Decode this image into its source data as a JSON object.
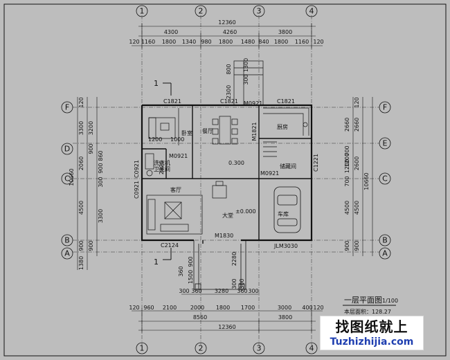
{
  "axis_labels": {
    "col_1": "1",
    "col_2": "2",
    "col_3": "3",
    "col_4": "4",
    "row_A": "A",
    "row_B": "B",
    "row_C": "C",
    "row_D": "D",
    "row_E": "E",
    "row_F": "F"
  },
  "dims_top": {
    "total": "12360",
    "bays": [
      "4300",
      "4260",
      "3800"
    ],
    "details": [
      "120",
      "1160",
      "1800",
      "1340",
      "980",
      "1800",
      "1480",
      "840",
      "1800",
      "1160",
      "120"
    ]
  },
  "dims_bottom": {
    "details": [
      "120",
      "960",
      "2100",
      "2000",
      "1800",
      "1700",
      "3000",
      "400",
      "120"
    ],
    "mid": [
      "8560",
      "3800"
    ],
    "total": "12360"
  },
  "dims_left": {
    "outer": [
      "120",
      "3300",
      "2060",
      "10660",
      "4500",
      "900",
      "1380"
    ],
    "inner": [
      "3200",
      "900",
      "860",
      "900",
      "3300",
      "900"
    ],
    "small": [
      "300"
    ]
  },
  "dims_right": {
    "outer": [
      "120",
      "2660",
      "1200",
      "10660",
      "4500",
      "900"
    ],
    "inner": [
      "2660",
      "700",
      "1200",
      "2600",
      "700",
      "4500",
      "900"
    ]
  },
  "dims_misc": {
    "porch_top": [
      "800",
      "2300",
      "300",
      "1300"
    ],
    "porch_bottom": [
      "300",
      "360",
      "3280",
      "360",
      "300"
    ],
    "porch_side": [
      "900",
      "1500",
      "360",
      "2280",
      "300",
      "300"
    ],
    "room_small": [
      "1200",
      "1000",
      "2820"
    ]
  },
  "labels": {
    "window_c1821_a": "C1821",
    "window_c1821_b": "C1821",
    "door_m0921_top": "M0921",
    "window_c1821_c": "C1821",
    "door_m1821": "M1821",
    "door_m0921_mid": "M0921",
    "door_m0921_c": "M0921",
    "window_c1221": "C1221",
    "window_c0921_a": "C0921",
    "window_c0921_b": "C0921",
    "window_c2124": "C2124",
    "door_m1830": "M1830",
    "garage_door": "JLM3030",
    "bedroom": "卧室",
    "dining": "餐厅",
    "kitchen": "厨房",
    "bathroom": "卫生间",
    "stair_store": "储藏间",
    "wash": "洗衣机",
    "elev_300": "0.300",
    "elev_000": "±0.000",
    "hall": "大堂",
    "living_tv": "客厅",
    "garage": "车库",
    "section_mark": "1",
    "section_mark_b": "1",
    "plan_title": "一层平面图",
    "plan_scale": "1/100",
    "area_text": "本层面积：128.27"
  },
  "watermark": {
    "cn": "找图纸就上",
    "en": "Tuzhizhijia.com"
  },
  "colors": {
    "background": "#bdbdbd",
    "line": "#111111",
    "watermark_blue": "#1f3fb0"
  }
}
